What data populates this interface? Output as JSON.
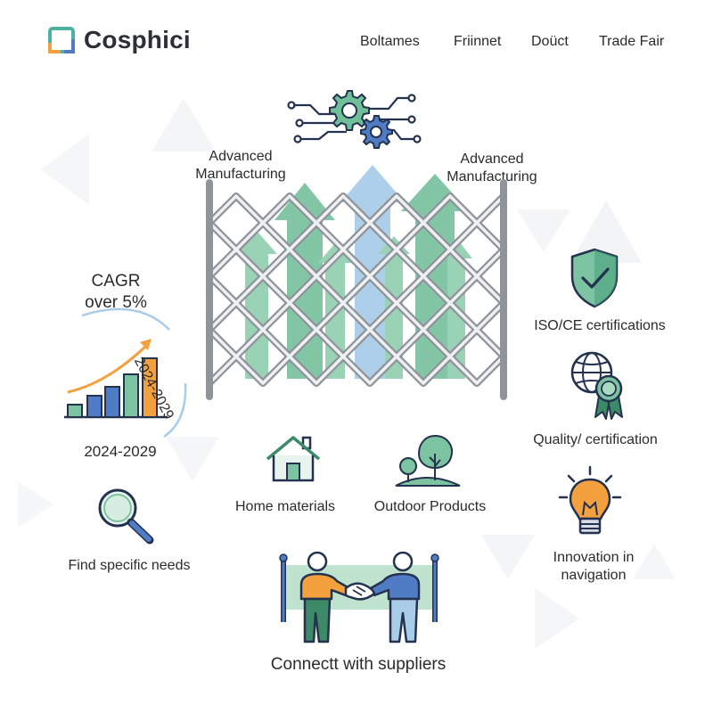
{
  "header": {
    "brand": "Cosphici",
    "nav": [
      "Boltames",
      "Friinnet",
      "Doüct",
      "Trade Fair"
    ]
  },
  "hero": {
    "label_left": "Advanced\nManufacturing",
    "label_right": "Advanced\nManufacturing"
  },
  "growth": {
    "cagr_line1": "CAGR",
    "cagr_line2": "over 5%",
    "period_arc": "2024-2029",
    "period": "2024-2029"
  },
  "features": {
    "home": "Home materials",
    "outdoor": "Outdoor Products",
    "find": "Find specific needs",
    "connect": "Connectt with suppliers",
    "iso": "ISO/CE certifications",
    "quality": "Quality/ certification",
    "innovation_line1": "Innovation in",
    "innovation_line2": "navigation"
  },
  "colors": {
    "green": "#7cc3a1",
    "dark_green": "#3d8a68",
    "blue": "#4f7cc4",
    "light_blue": "#a9cde8",
    "orange": "#f3a03f",
    "navy": "#24324f"
  }
}
